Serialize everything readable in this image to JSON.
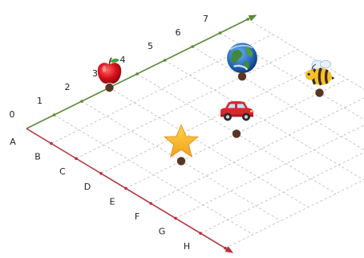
{
  "grid": {
    "number_axis_labels": [
      "0",
      "1",
      "2",
      "3",
      "4",
      "5",
      "6",
      "7"
    ],
    "letter_axis_labels": [
      "A",
      "B",
      "C",
      "D",
      "E",
      "F",
      "G",
      "H"
    ],
    "colors": {
      "number_axis": "#5a8a3a",
      "letter_axis": "#b8323c",
      "grid_line": "#b8b8b8",
      "peg": "#5a3522"
    }
  },
  "objects": [
    {
      "name": "apple",
      "icon": "apple-icon",
      "row": "A",
      "col": "3"
    },
    {
      "name": "earth",
      "icon": "earth-icon",
      "row": "C",
      "col": "6"
    },
    {
      "name": "bee",
      "icon": "bee-icon",
      "row": "E",
      "col": "7"
    },
    {
      "name": "star",
      "icon": "star-icon",
      "row": "E",
      "col": "2"
    },
    {
      "name": "car",
      "icon": "car-icon",
      "row": "E",
      "col": "4"
    }
  ]
}
